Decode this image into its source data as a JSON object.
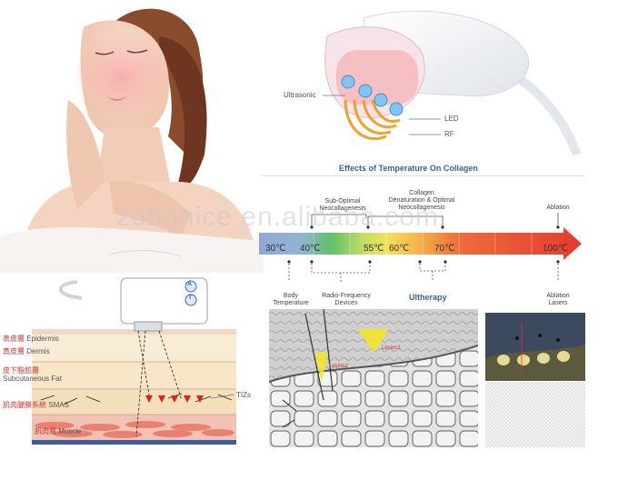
{
  "device": {
    "labels": {
      "ultrasonic": "Ultrasonic",
      "led": "LED",
      "rf": "RF"
    }
  },
  "chart": {
    "title": "Effects of Temperature On Collagen",
    "top_labels": {
      "sub_optimal": [
        "Sub-Optimal",
        "Neocollagenesis"
      ],
      "collagen": [
        "Collagen",
        "Dénaturation & Optimal",
        "Neocollagenesis"
      ],
      "ablation": "Ablation"
    },
    "temperatures": [
      "30℃",
      "40℃",
      "55℃",
      "60℃",
      "70℃",
      "100℃"
    ],
    "bottom_labels": {
      "body": [
        "Body",
        "Temperature"
      ],
      "rf": [
        "Radio-Frequency",
        "Devices"
      ],
      "ultherapy": "Ultherapy",
      "ablation": [
        "Ablation",
        "Lasers"
      ]
    },
    "colors": [
      "#8fa8d8",
      "#5fc06a",
      "#c6df63",
      "#f3e05a",
      "#f5b04a",
      "#ee6c3a",
      "#e53a2f"
    ]
  },
  "watermark": "zohonice.en.alibaba.com",
  "skin_diagram": {
    "layers": [
      {
        "cn": "表皮層",
        "en": "Epidermis"
      },
      {
        "cn": "真皮層",
        "en": "Dermis"
      },
      {
        "cn": "皮下脂肪層",
        "en": "Subcutaneous Fat"
      },
      {
        "cn": "肌肉腱膜系統",
        "en": "SMAS"
      },
      {
        "cn": "肌肉層",
        "en": "Muscle"
      }
    ],
    "tizs": "TIZs",
    "device_buttons": [
      "A",
      "T"
    ]
  },
  "micro": {
    "label1": "Lesion1",
    "label2": "Lesion2"
  }
}
